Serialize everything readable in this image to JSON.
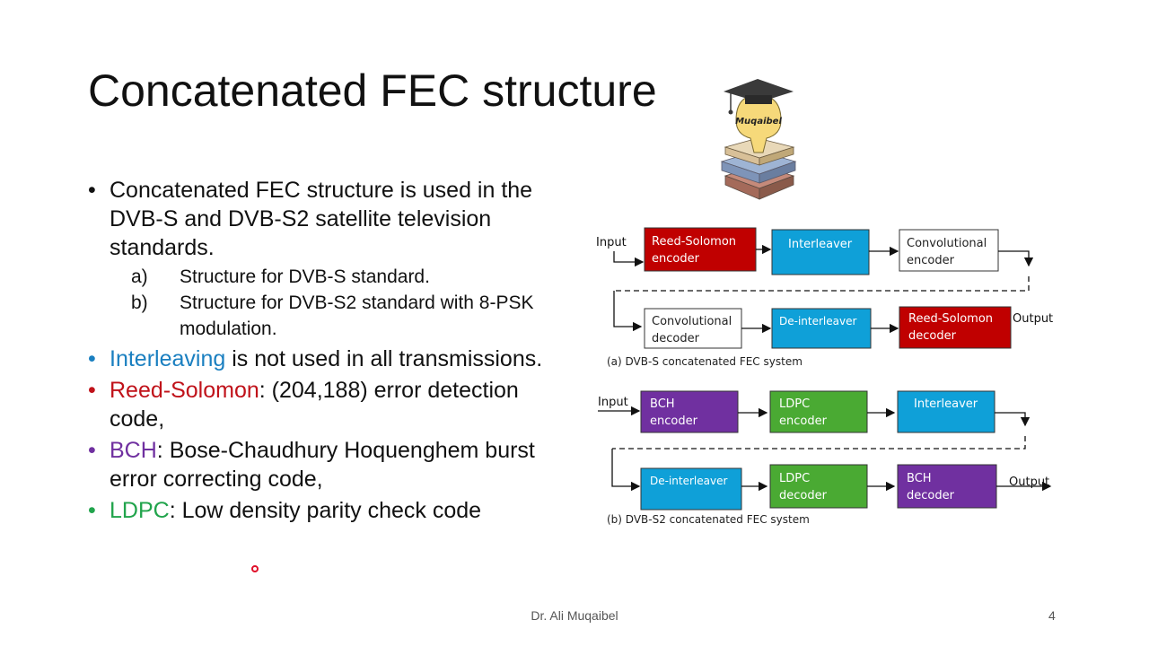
{
  "slide": {
    "title": "Concatenated FEC structure",
    "logo_text": "Muqaibel",
    "footer": "Dr. Ali Muqaibel",
    "page_number": "4"
  },
  "bullets": [
    {
      "text": "Concatenated FEC structure is used in the DVB-S and DVB-S2 satellite television standards."
    },
    {
      "highlight": "Interleaving",
      "rest": " is not used in all transmissions.",
      "color": "#1a7fc0"
    },
    {
      "highlight": "Reed-Solomon",
      "rest": ": (204,188) error detection code,",
      "color": "#c0121a"
    },
    {
      "highlight": "BCH",
      "rest": ": Bose-Chaudhury Hoquenghem burst error correcting code,",
      "color": "#7030a0"
    },
    {
      "highlight": "LDPC",
      "rest": ": Low density parity check code",
      "color": "#21a44c"
    }
  ],
  "sub_items": [
    {
      "marker": "a)",
      "text": "Structure for DVB-S standard."
    },
    {
      "marker": "b)",
      "text": "Structure for DVB-S2 standard with 8-PSK modulation."
    }
  ],
  "diagram_a": {
    "input": "Input",
    "output": "Output",
    "caption": "(a)  DVB-S concatenated FEC system",
    "tx": [
      {
        "line1": "Reed-Solomon",
        "line2": "encoder",
        "color": "#c00000"
      },
      {
        "line1": "Interleaver",
        "line2": "",
        "color": "#0fa0d8"
      },
      {
        "line1": "Convolutional",
        "line2": "encoder",
        "color": "#ffffff"
      }
    ],
    "rx": [
      {
        "line1": "Convolutional",
        "line2": "decoder",
        "color": "#ffffff"
      },
      {
        "line1": "De-interleaver",
        "line2": "",
        "color": "#0fa0d8"
      },
      {
        "line1": "Reed-Solomon",
        "line2": "decoder",
        "color": "#c00000"
      }
    ]
  },
  "diagram_b": {
    "input": "Input",
    "output": "Output",
    "caption": "(b)  DVB-S2 concatenated FEC system",
    "tx": [
      {
        "line1": "BCH",
        "line2": "encoder",
        "color": "#7030a0"
      },
      {
        "line1": "LDPC",
        "line2": "encoder",
        "color": "#4aaa33"
      },
      {
        "line1": "Interleaver",
        "line2": "",
        "color": "#0fa0d8"
      }
    ],
    "rx": [
      {
        "line1": "De-interleaver",
        "line2": "",
        "color": "#0fa0d8"
      },
      {
        "line1": "LDPC",
        "line2": "decoder",
        "color": "#4aaa33"
      },
      {
        "line1": "BCH",
        "line2": "decoder",
        "color": "#7030a0"
      }
    ]
  }
}
